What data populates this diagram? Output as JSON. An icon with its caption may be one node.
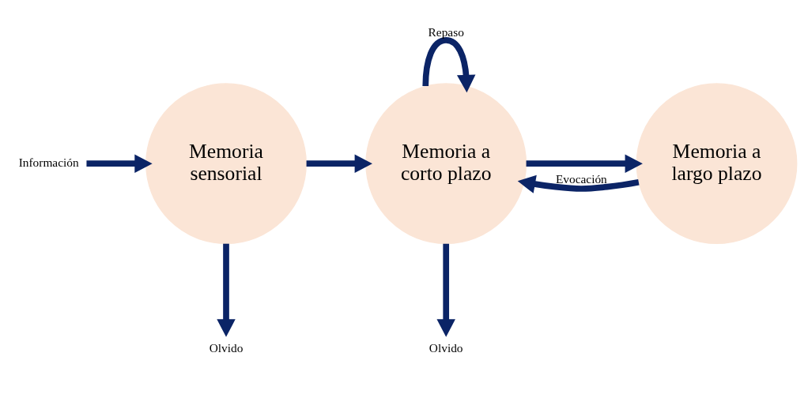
{
  "diagram": {
    "nodes": [
      {
        "text": [
          "Información"
        ]
      },
      {
        "text": [
          "Memoria sensorial"
        ]
      },
      {
        "text": [
          "Memoria a corto plazo"
        ]
      },
      {
        "text": [
          "Memoria a largo plazo"
        ]
      },
      {
        "text": [
          "Olvido"
        ]
      },
      {
        "text": [
          "Olvido"
        ]
      }
    ],
    "edges": [
      {
        "from": 0,
        "to": 1,
        "arrow": "to"
      },
      {
        "from": 1,
        "to": 2,
        "arrow": "to"
      },
      {
        "from": 2,
        "to": 2,
        "arrow": "to",
        "label": "Repaso"
      },
      {
        "from": 2,
        "to": 3,
        "arrow": "to"
      },
      {
        "from": 3,
        "to": 2,
        "arrow": "to",
        "label": "Evocación"
      },
      {
        "from": 1,
        "to": 4,
        "arrow": "to"
      },
      {
        "from": 2,
        "to": 5,
        "arrow": "to"
      }
    ]
  }
}
